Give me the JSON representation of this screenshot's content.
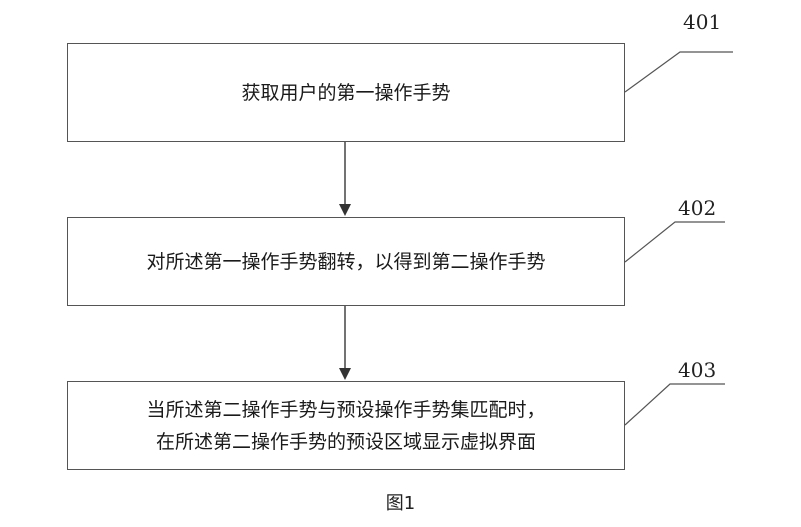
{
  "steps": [
    {
      "id": "401",
      "text": "获取用户的第一操作手势"
    },
    {
      "id": "402",
      "text": "对所述第一操作手势翻转，以得到第二操作手势"
    },
    {
      "id": "403",
      "text": "当所述第二操作手势与预设操作手势集匹配时，\n在所述第二操作手势的预设区域显示虚拟界面"
    }
  ],
  "caption": "图1"
}
